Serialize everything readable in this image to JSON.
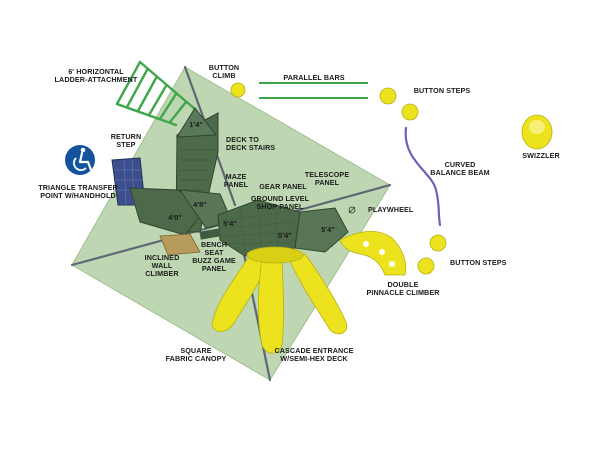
{
  "labels": {
    "ladder_attachment": [
      "6' HORIZONTAL",
      "LADDER-ATTACHMENT"
    ],
    "button_climb": [
      "BUTTON",
      "CLIMB"
    ],
    "parallel_bars": "PARALLEL BARS",
    "button_steps_top": "BUTTON STEPS",
    "return_step": [
      "RETURN",
      "STEP"
    ],
    "deck_to_deck": [
      "DECK TO",
      "DECK STAIRS"
    ],
    "swizzler": "SWIZZLER",
    "curved_balance_beam": [
      "CURVED",
      "BALANCE BEAM"
    ],
    "maze_panel": [
      "MAZE",
      "PANEL"
    ],
    "gear_panel": "GEAR PANEL",
    "telescope_panel": [
      "TELESCOPE",
      "PANEL"
    ],
    "ground_level_shop": [
      "GROUND LEVEL",
      "SHOP PANEL"
    ],
    "playwheel": "PLAYWHEEL",
    "triangle_transfer": [
      "TRIANGLE TRANSFER",
      "POINT W/HANDHOLD"
    ],
    "inclined_wall": [
      "INCLINED",
      "WALL",
      "CLIMBER"
    ],
    "bench_seat": [
      "BENCH",
      "SEAT",
      "BUZZ GAME",
      "PANEL"
    ],
    "button_steps_bottom": "BUTTON STEPS",
    "double_pinnacle": [
      "DOUBLE",
      "PINNACLE CLIMBER"
    ],
    "square_canopy": [
      "SQUARE",
      "FABRIC CANOPY"
    ],
    "cascade_entrance": [
      "CASCADE ENTRANCE",
      "W/SEMI-HEX DECK"
    ]
  },
  "dimensions": {
    "d1": "1'4\"",
    "d2": "4'8\"",
    "d3": "4'0\"",
    "d4": "5'4\"",
    "d5": "5'4\"",
    "d6": "5'4\""
  },
  "colors": {
    "canopy": "#a9c99a",
    "deck": "#4c6a4a",
    "deck_dark": "#334a33",
    "post": "#5b6170",
    "yellow": "#ece31e",
    "yellow_dark": "#b7b010",
    "green_rail": "#3fa64a",
    "beam": "#6b62b8",
    "accessibility_blue": "#14549c",
    "climber_blue": "#3c4f8c"
  },
  "icons": {
    "accessibility": "wheelchair-icon"
  }
}
